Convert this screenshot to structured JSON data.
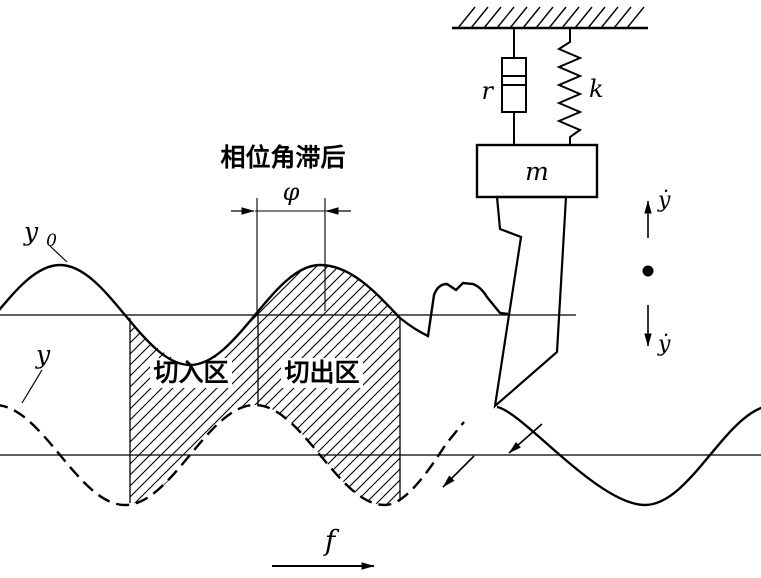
{
  "labels": {
    "outer_wave_main": "y",
    "outer_wave_sub": "0",
    "inner_wave": "y",
    "damper": "r",
    "spring": "k",
    "mass": "m",
    "phase_caption": "相位角滞后",
    "phase_symbol": "φ",
    "velocity_top": "ẏ",
    "velocity_bottom": "ẏ",
    "zone_cut_in": "切入区",
    "zone_cut_out": "切出区",
    "feed_symbol": "f"
  },
  "colors": {
    "ink": "#000000",
    "background": "#ffffff"
  }
}
